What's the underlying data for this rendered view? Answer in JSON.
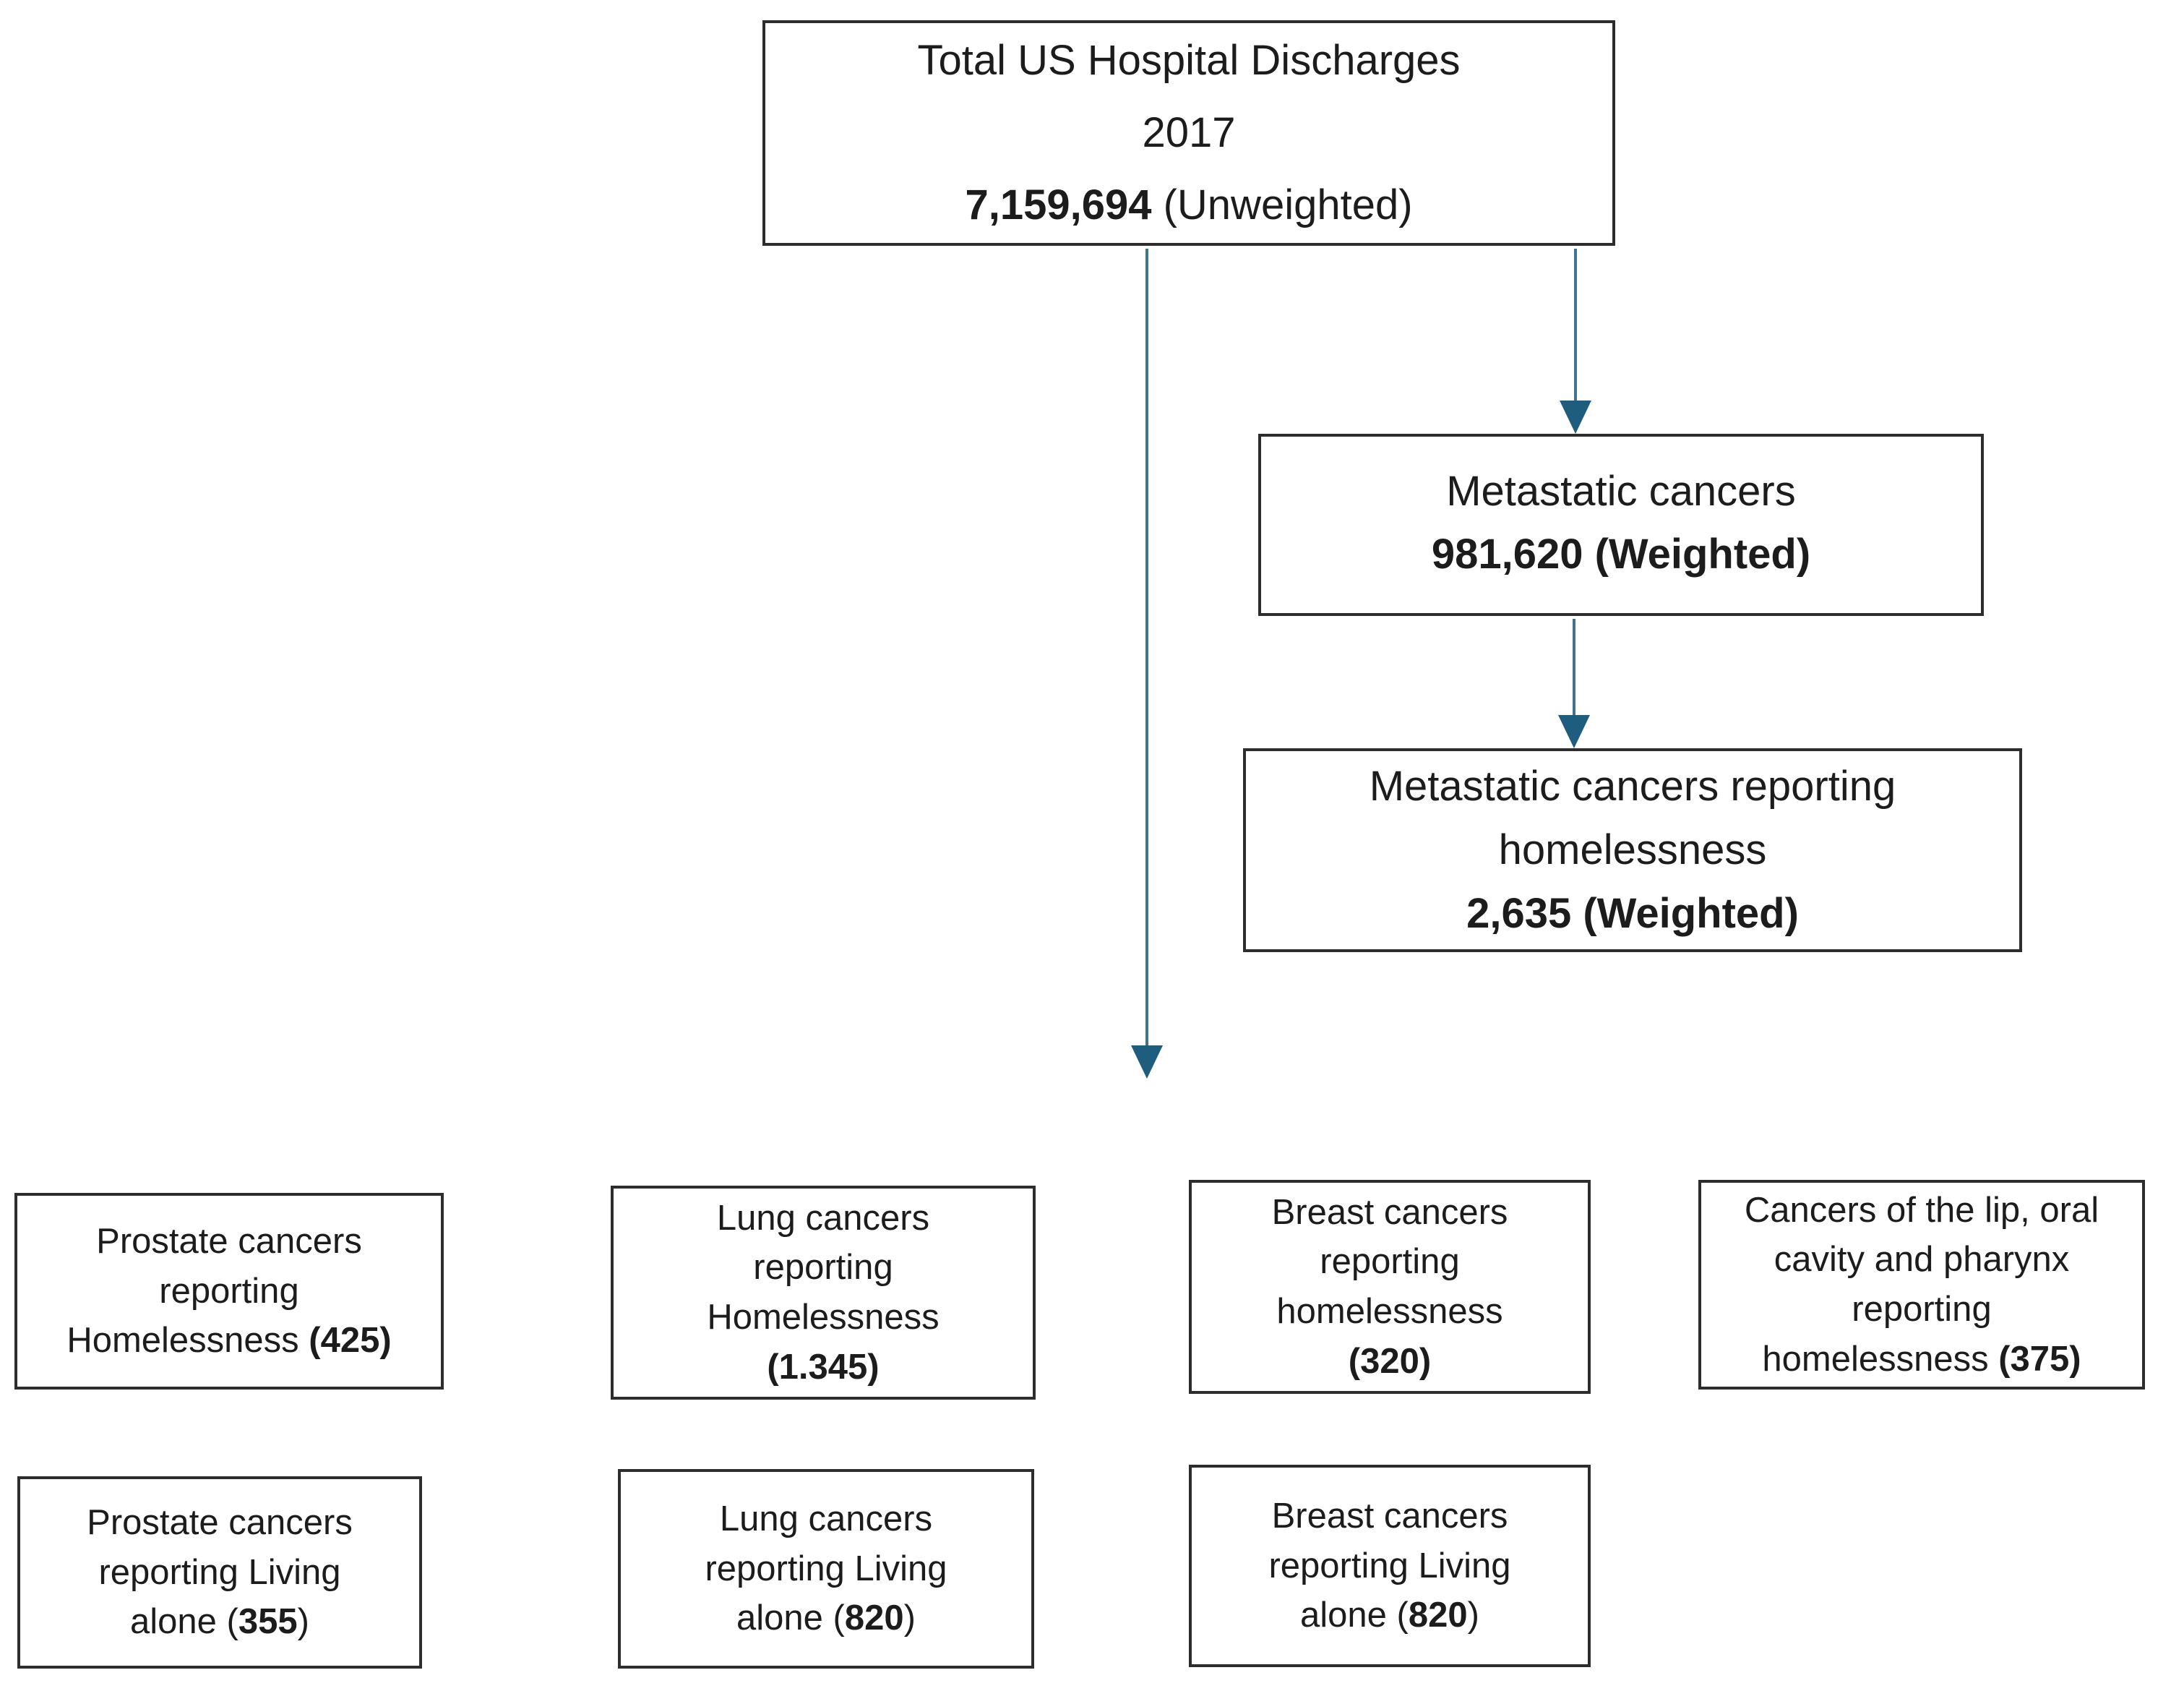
{
  "theme": {
    "page-bg": "#ffffff",
    "box-bg": "#ffffff",
    "box-border": "#2d2d2d",
    "text-color": "#1c1c1c",
    "arrow-line": "#3e7491",
    "arrow-head": "#1f5d7f"
  },
  "flowchart": {
    "total": {
      "line1": "Total US Hospital Discharges",
      "line2": "2017",
      "value": "7,159,694",
      "value_suffix": " (Unweighted)"
    },
    "metastatic": {
      "line1": "Metastatic cancers",
      "value": "981,620 (Weighted)"
    },
    "metastatic_homeless": {
      "line1": "Metastatic cancers reporting",
      "line2": "homelessness",
      "value": "2,635 (Weighted)"
    },
    "prostate_homeless": {
      "line1": "Prostate cancers",
      "line2": "reporting",
      "line3_prefix": "Homelessness ",
      "line3_bold": "(425)"
    },
    "lung_homeless": {
      "line1": "Lung cancers",
      "line2": "reporting",
      "line3": "Homelessness",
      "line4_bold": "(1.345)"
    },
    "breast_homeless": {
      "line1": "Breast cancers",
      "line2": "reporting",
      "line3": "homelessness",
      "line4_bold": "(320)"
    },
    "lip_homeless": {
      "line1": "Cancers of the lip, oral",
      "line2": "cavity and pharynx",
      "line3": "reporting",
      "line4_prefix": "homelessness ",
      "line4_bold": "(375)"
    },
    "prostate_alone": {
      "line1": "Prostate cancers",
      "line2": "reporting Living",
      "line3_prefix": "alone (",
      "line3_bold": "355",
      "line3_suffix": ")"
    },
    "lung_alone": {
      "line1": "Lung cancers",
      "line2": "reporting Living",
      "line3_prefix": "alone (",
      "line3_bold": "820",
      "line3_suffix": ")"
    },
    "breast_alone": {
      "line1": "Breast cancers",
      "line2": "reporting Living",
      "line3_prefix": "alone (",
      "line3_bold": "820",
      "line3_suffix": ")"
    }
  }
}
